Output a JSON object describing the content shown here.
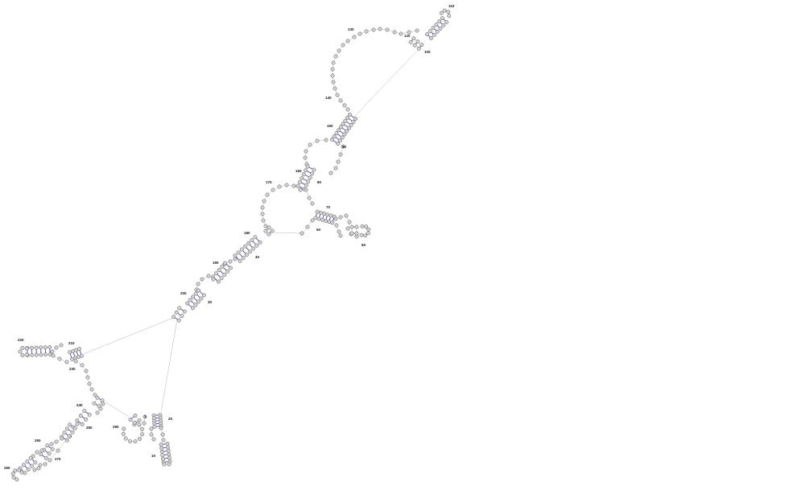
{
  "colors": {
    "background": "#ffffff",
    "base_fill": "#d3d3d3",
    "base_stroke": "#555555",
    "backbone": "#b5b5b5",
    "pair_line": "#4a4ab8",
    "label": "#111111"
  },
  "labels": {
    "l10": "10",
    "l20": "20",
    "l30": "30",
    "l40": "40",
    "l50": "50",
    "l60": "60",
    "l70": "70",
    "l80": "80",
    "l90": "90",
    "l100": "100",
    "l110": "110",
    "l120": "120",
    "l130": "130",
    "l140": "140",
    "l150": "150",
    "l160": "160",
    "l170": "170",
    "l180": "180",
    "l190": "190",
    "l200": "200",
    "l210": "210",
    "l220": "220",
    "l230": "230",
    "l240": "240",
    "l250": "250",
    "l260": "260",
    "l270": "270",
    "l280": "280",
    "l290": "290",
    "l1": "1"
  }
}
